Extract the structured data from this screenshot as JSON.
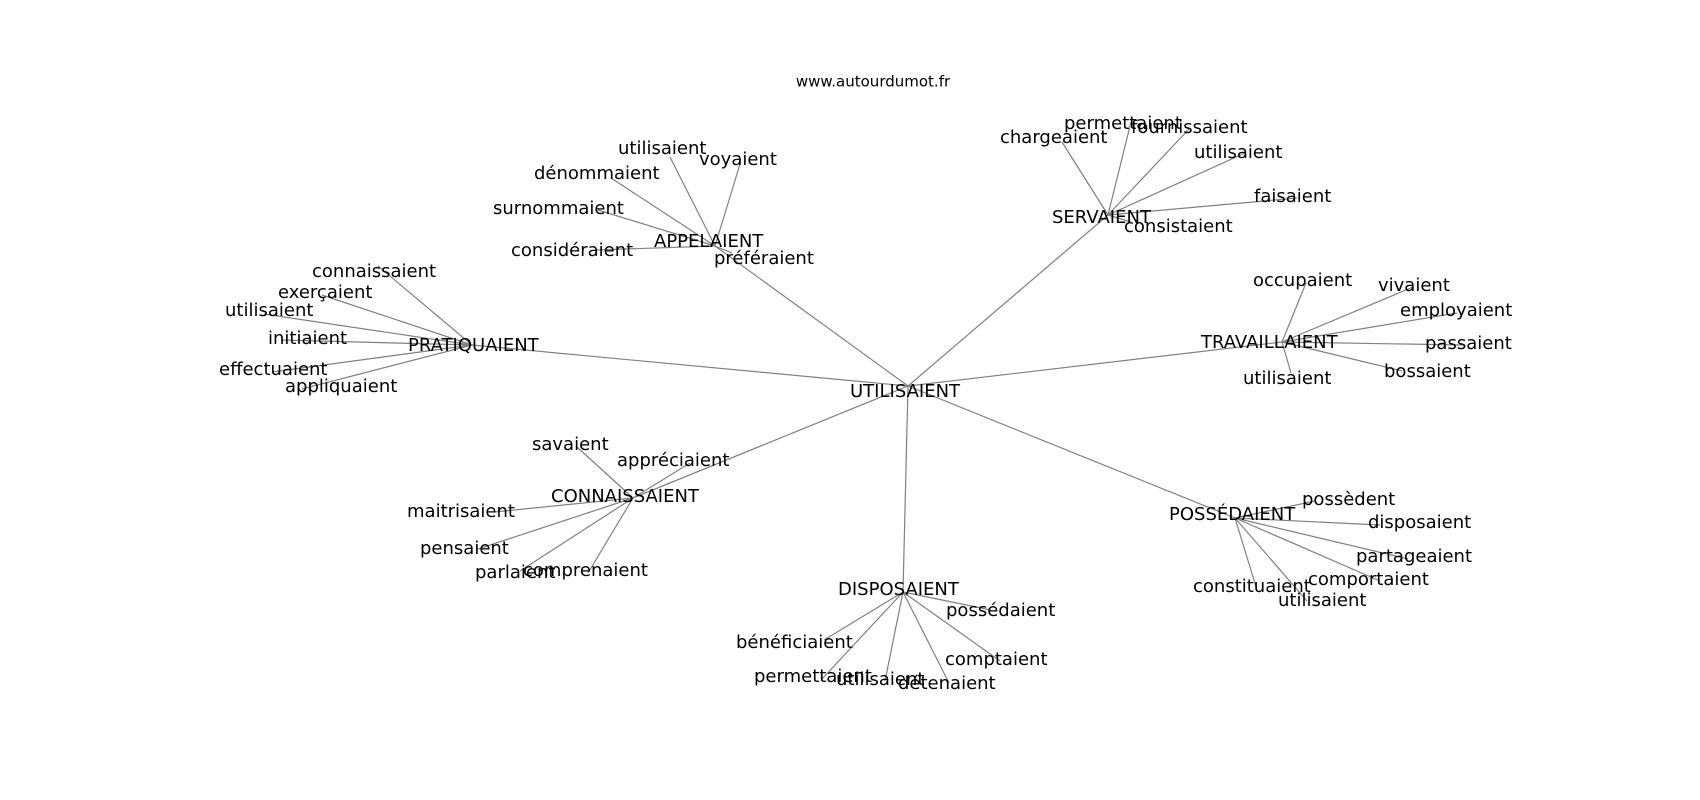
{
  "site_url": "www.autourdumot.fr",
  "colors": {
    "edge": "#808080",
    "text": "#000000",
    "background": "#ffffff"
  },
  "graph": {
    "center": "UTILISAIENT",
    "groups": [
      {
        "label": "APPELAIENT",
        "children": [
          "utilisaient",
          "voyaient",
          "dénommaient",
          "surnommaient",
          "considéraient",
          "préféraient"
        ]
      },
      {
        "label": "SERVAIENT",
        "children": [
          "chargeaient",
          "permettaient",
          "fournissaient",
          "utilisaient",
          "faisaient",
          "consistaient"
        ]
      },
      {
        "label": "TRAVAILLAIENT",
        "children": [
          "occupaient",
          "vivaient",
          "employaient",
          "passaient",
          "bossaient",
          "utilisaient"
        ]
      },
      {
        "label": "PRATIQUAIENT",
        "children": [
          "connaissaient",
          "exerçaient",
          "utilisaient",
          "initiaient",
          "effectuaient",
          "appliquaient"
        ]
      },
      {
        "label": "CONNAISSAIENT",
        "children": [
          "savaient",
          "appréciaient",
          "maitrisaient",
          "pensaient",
          "parlaient",
          "comprenaient"
        ]
      },
      {
        "label": "DISPOSAIENT",
        "children": [
          "possédaient",
          "bénéficiaient",
          "comptaient",
          "permettaient",
          "utilisaient",
          "détenaient"
        ]
      },
      {
        "label": "POSSÉDAIENT",
        "children": [
          "possèdent",
          "disposaient",
          "partageaient",
          "comportaient",
          "constituaient",
          "utilisaient"
        ]
      }
    ]
  }
}
